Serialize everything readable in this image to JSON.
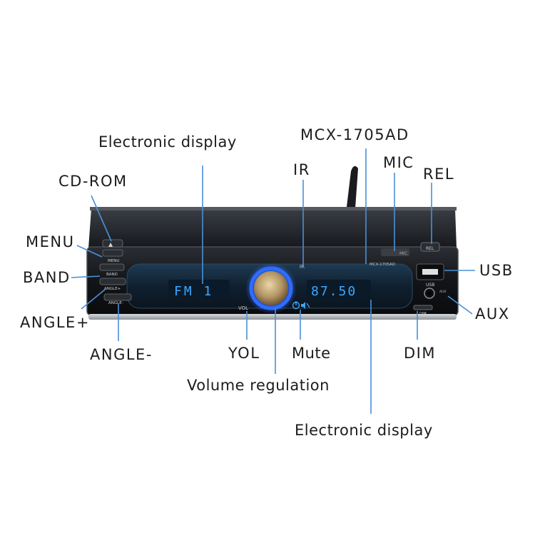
{
  "callouts": {
    "electronic_display_top": "Electronic display",
    "model": "MCX-1705AD",
    "ir": "IR",
    "mic": "MIC",
    "rel": "REL",
    "cd_rom": "CD-ROM",
    "menu": "MENU",
    "band": "BAND",
    "angle_plus": "ANGLE+",
    "angle_minus": "ANGLE-",
    "yol": "YOL",
    "mute": "Mute",
    "dim": "DIM",
    "usb": "USB",
    "aux": "AUX",
    "volume_regulation": "Volume regulation",
    "electronic_display_bottom": "Electronic display"
  },
  "panel": {
    "eject_symbol": "▲",
    "menu": "MENU",
    "band": "BAND",
    "angle_plus": "ANGLE+",
    "angle_minus": "ANGLE-",
    "vol": "VOL",
    "ir": "IR",
    "mic": "MIC",
    "rel": "REL",
    "model": "MCX-1705AD",
    "usb": "USB",
    "aux": "AUX",
    "dim": "DIM",
    "display_left": "FM 1",
    "display_right": "87.50"
  },
  "colors": {
    "leader_line": "#4a90d9",
    "lcd_text": "#3ea6ff",
    "knob_ring": "#2f6bff",
    "body": "#15171b"
  },
  "icons": {
    "power": "power-icon",
    "mute": "mute-icon",
    "antenna": "antenna-icon"
  }
}
